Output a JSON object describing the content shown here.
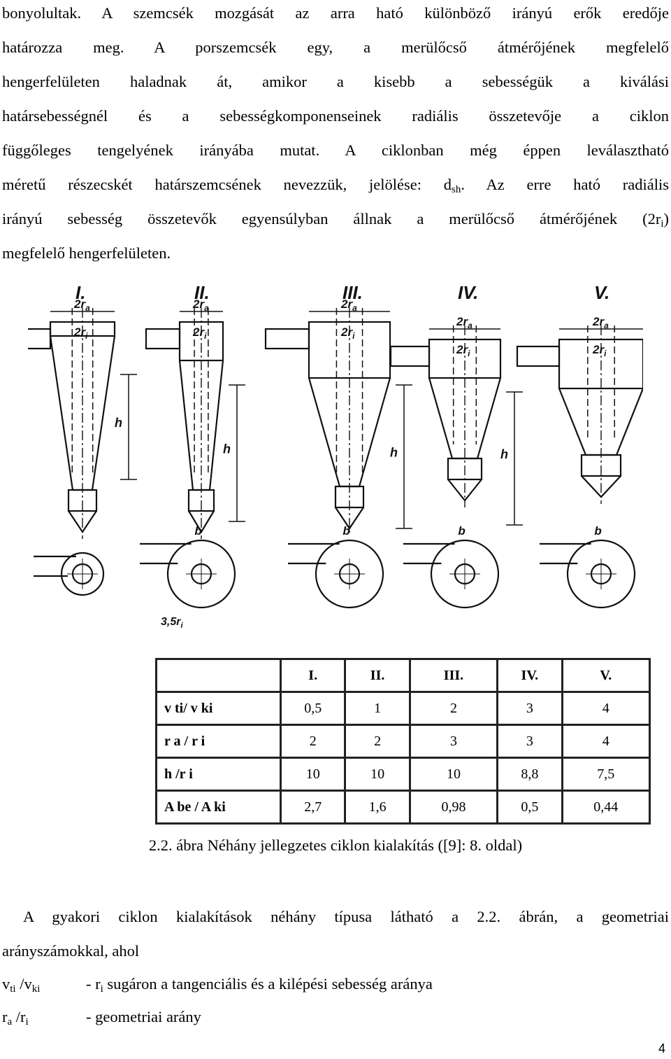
{
  "paragraph1": {
    "l1": "bonyolultak. A szemcsék mozgását az arra ható különböző irányú erők eredője",
    "l2": "határozza meg. A porszemcsék egy, a merülőcső átmérőjének megfelelő",
    "l3": "hengerfelületen haladnak át, amikor a kisebb a sebességük a kiválási",
    "l4": "határsebességnél és a sebességkomponenseinek radiális összetevője a ciklon",
    "l5": "függőleges tengelyének irányába mutat. A ciklonban még éppen leválasztható",
    "l6a": "méretű részecskét határszemcsének nevezzük, jelölése: d",
    "l6sub": "sh",
    "l6b": ". Az erre ható radiális",
    "l7a": "irányú sebesség összetevők egyensúlyban állnak a merülőcső átmérőjének (2r",
    "l7sub": "i",
    "l7b": ")",
    "l8": "megfelelő hengerfelületen."
  },
  "figure": {
    "types": [
      "I.",
      "II.",
      "III.",
      "IV.",
      "V."
    ],
    "label_2ra": "2r",
    "label_ra_sub": "a",
    "label_2ri": "2r",
    "label_ri_sub": "i",
    "label_h": "h",
    "label_b": "b",
    "label_ra": "r",
    "label_35ri": "3,5r"
  },
  "table": {
    "header": [
      "",
      "I.",
      "II.",
      "III.",
      "IV.",
      "V."
    ],
    "rows": [
      {
        "label": "v ti/ v ki",
        "values": [
          "0,5",
          "1",
          "2",
          "3",
          "4"
        ]
      },
      {
        "label": "r a / r i",
        "values": [
          "2",
          "2",
          "3",
          "3",
          "4"
        ]
      },
      {
        "label": "h /r i",
        "values": [
          "10",
          "10",
          "10",
          "8,8",
          "7,5"
        ]
      },
      {
        "label": "A be / A ki",
        "values": [
          "2,7",
          "1,6",
          "0,98",
          "0,5",
          "0,44"
        ]
      }
    ]
  },
  "caption": "2.2. ábra Néhány jellegzetes ciklon kialakítás ([9]: 8. oldal)",
  "paragraph2": {
    "l1": "A gyakori ciklon kialakítások néhány típusa látható a 2.2. ábrán, a geometriai",
    "l2": "arányszámokkal, ahol"
  },
  "definitions": {
    "d1_sym_a": "v",
    "d1_sym_sub1": "ti",
    "d1_sym_b": " /v",
    "d1_sym_sub2": "ki",
    "d1_desc_a": "- r",
    "d1_desc_sub": "i",
    "d1_desc_b": " sugáron a tangenciális és a kilépési sebesség aránya",
    "d2_sym_a": "r",
    "d2_sym_sub1": "a",
    "d2_sym_b": " /r",
    "d2_sym_sub2": "i",
    "d2_desc": "- geometriai arány"
  },
  "page_number": "4"
}
